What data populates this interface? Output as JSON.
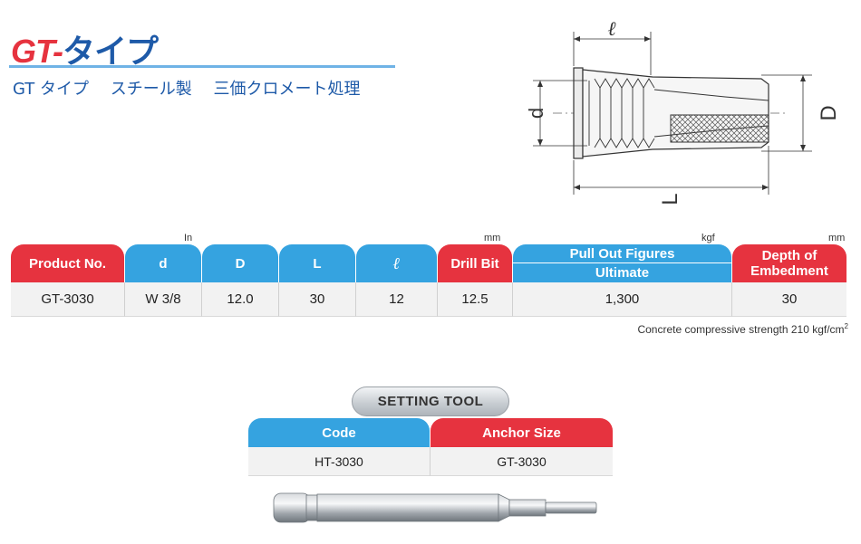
{
  "title": {
    "prefix": "GT-",
    "suffix": "タイプ"
  },
  "subtitle": "GT タイプ　 スチール製　 三価クロメート処理",
  "diagram": {
    "label_l_small": "ℓ",
    "label_d": "d",
    "label_D": "D",
    "label_L": "L"
  },
  "units": {
    "in": "In",
    "mm1": "mm",
    "kgf": "kgf",
    "mm2": "mm"
  },
  "spec_table": {
    "headers": {
      "product": "Product No.",
      "d": "d",
      "D": "D",
      "L": "L",
      "l": "ℓ",
      "drill": "Drill Bit",
      "pull_top": "Pull Out Figures",
      "pull_bottom": "Ultimate",
      "depth": "Depth of Embedment"
    },
    "row": {
      "product": "GT-3030",
      "d": "W 3/8",
      "D": "12.0",
      "L": "30",
      "l": "12",
      "drill": "12.5",
      "pull": "1,300",
      "depth": "30"
    }
  },
  "note": {
    "text": "Concrete compressive strength 210 kgf/cm",
    "sup": "2"
  },
  "setting_tool": {
    "badge": "SETTING TOOL",
    "headers": {
      "code": "Code",
      "anchor": "Anchor Size"
    },
    "row": {
      "code": "HT-3030",
      "anchor": "GT-3030"
    }
  },
  "colors": {
    "red": "#e6333f",
    "blue": "#35a3e0",
    "title_blue": "#1e5aa8"
  }
}
